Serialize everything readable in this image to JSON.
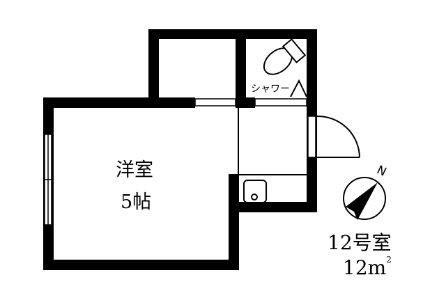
{
  "floorplan": {
    "room_name": "洋室",
    "room_size": "5帖",
    "shower_label": "シャワー",
    "unit_label": "12号室",
    "area_value": "12m",
    "area_superscript": "2",
    "compass_label": "N",
    "colors": {
      "wall": "#000000",
      "background": "#ffffff"
    }
  }
}
